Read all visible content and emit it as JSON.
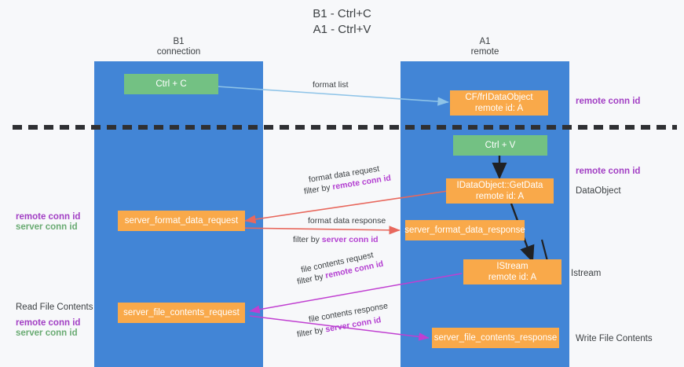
{
  "title": {
    "line1": "B1 - Ctrl+C",
    "line2": "A1 - Ctrl+V"
  },
  "columns": [
    {
      "name": "B1",
      "role": "connection"
    },
    {
      "name": "A1",
      "role": "remote"
    }
  ],
  "nodes": {
    "ctrl_c": "Ctrl + C",
    "ctrl_v": "Ctrl + V",
    "idataobject_l1": "CF/frIDataObject",
    "idataobject_l2": "remote id: A",
    "getdata_l1": "IDataObject::GetData",
    "getdata_l2": "remote id: A",
    "istream_l1": "IStream",
    "istream_l2": "remote id: A",
    "server_format_data_request": "server_format_data_request",
    "server_format_data_response": "server_format_data_response",
    "server_file_contents_request": "server_file_contents_request",
    "server_file_contents_response": "server_file_contents_response"
  },
  "edges": {
    "format_list": "format list",
    "format_data_request": "format data request",
    "format_data_request_filter_prefix": "filter by ",
    "format_data_request_filter_key": "remote conn id",
    "format_data_response": "format data response",
    "format_data_response_filter_prefix": "filter by ",
    "format_data_response_filter_key": "server conn id",
    "file_contents_request": "file contents request",
    "file_contents_request_filter_prefix": "filter by ",
    "file_contents_request_filter_key": "remote conn id",
    "file_contents_response": "file contents response",
    "file_contents_response_filter_prefix": "filter by ",
    "file_contents_response_filter_key": "server conn id"
  },
  "annotations": {
    "right_remote_conn_id_top": "remote conn id",
    "right_remote_conn_id_mid": "remote conn id",
    "right_dataobject": "DataObject",
    "right_istream": "Istream",
    "right_write_file_contents": "Write File Contents",
    "left_remote_conn_id_mid": "remote conn id",
    "left_server_conn_id_mid": "server conn id",
    "left_read_file_contents": "Read File Contents",
    "left_remote_conn_id_bot": "remote conn id",
    "left_server_conn_id_bot": "server conn id"
  },
  "colors": {
    "lane": "#4285d6",
    "node_orange": "#f9a94a",
    "node_green": "#73c183",
    "background": "#f7f8fa",
    "divider": "#3c4043",
    "arrow_blue": "#8fc4e8",
    "arrow_red": "#e8685d",
    "arrow_magenta": "#c03fd1",
    "arrow_black": "#202124",
    "key_remote": "#a23fc4",
    "key_server": "#6aab73"
  }
}
